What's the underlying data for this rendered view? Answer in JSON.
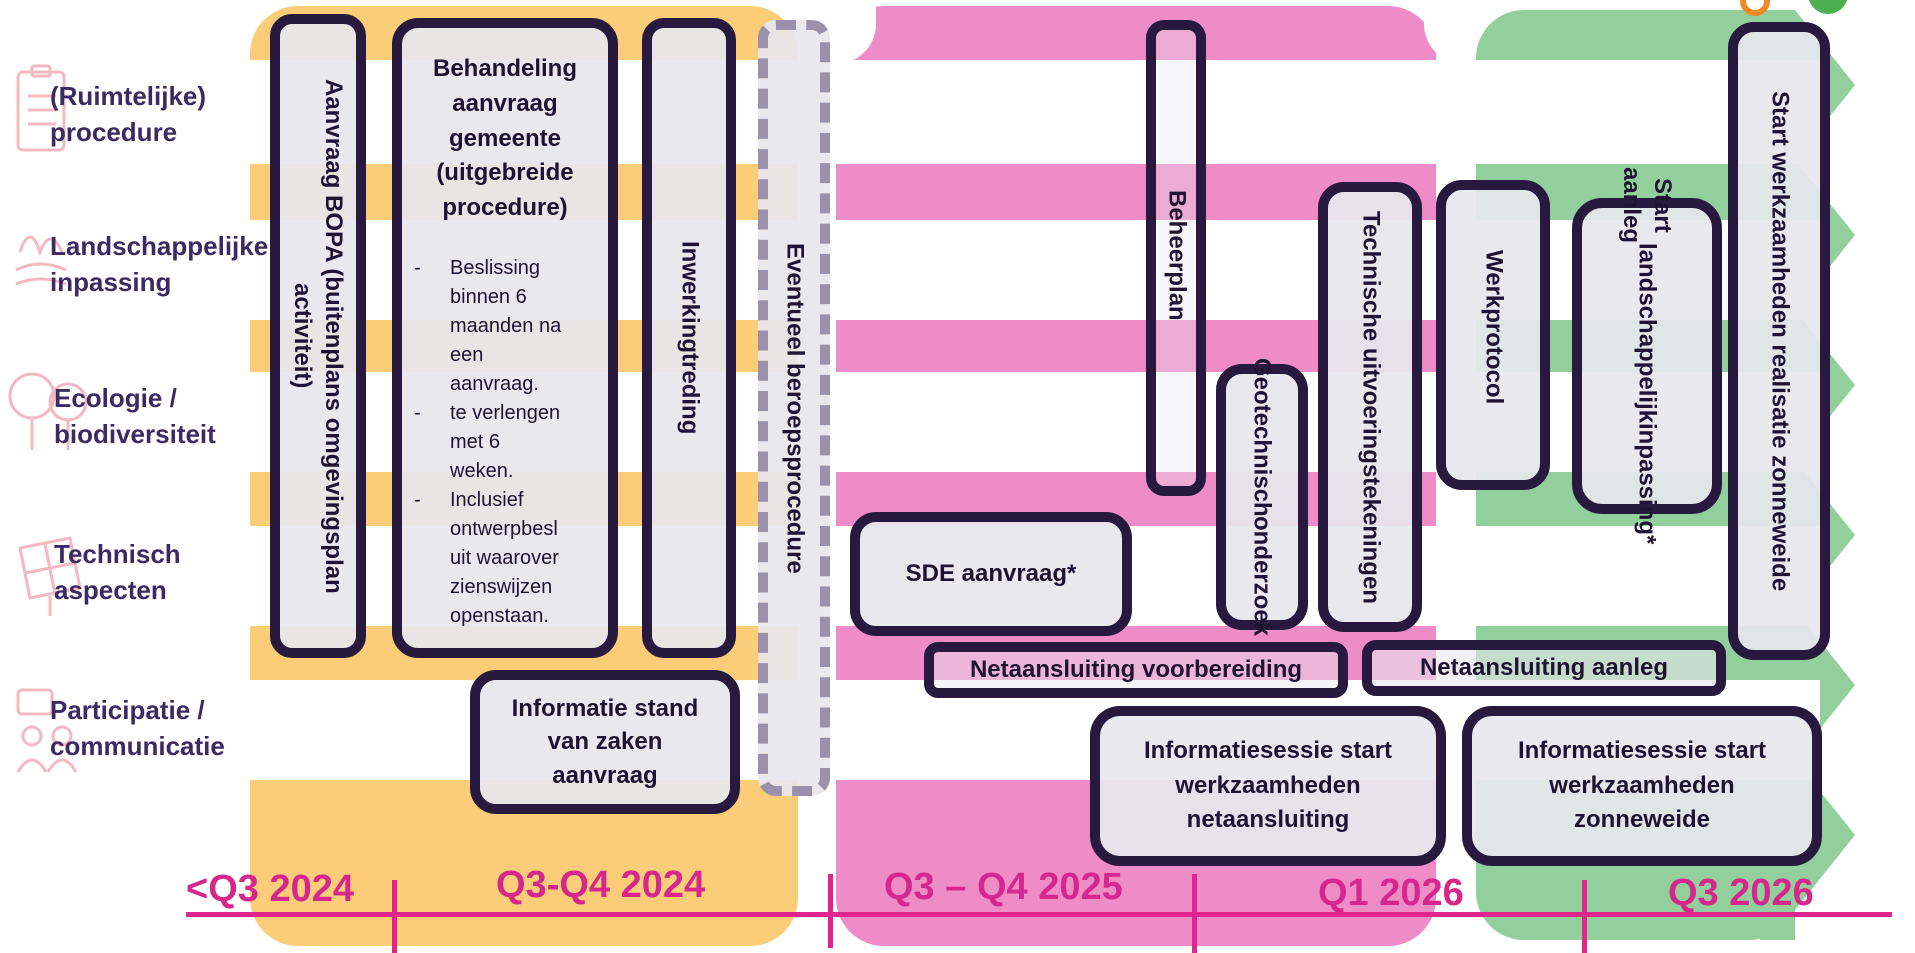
{
  "categories": [
    {
      "label_lines": [
        "(Ruimtelijke)",
        "procedure"
      ],
      "icon": "clipboard-icon"
    },
    {
      "label_lines": [
        "Landschappelijke",
        "inpassing"
      ],
      "icon": "landscape-icon"
    },
    {
      "label_lines": [
        "Ecologie /",
        "biodiversiteit"
      ],
      "icon": "tree-icon"
    },
    {
      "label_lines": [
        "Technisch",
        "aspecten"
      ],
      "icon": "solar-panel-icon"
    },
    {
      "label_lines": [
        "Participatie /",
        "communicatie"
      ],
      "icon": "people-icon"
    }
  ],
  "timeline": {
    "labels": [
      "<Q3 2024",
      "Q3-Q4 2024",
      "Q3 – Q4 2025",
      "Q1 2026",
      "Q3 2026"
    ],
    "line_color": "#e0268e"
  },
  "colors": {
    "phase_2024": "#fbcd78",
    "phase_2025": "#ee8cc8",
    "phase_2026": "#93cf9d",
    "box_border": "#281a3e",
    "box_fill": "#e8e6ee",
    "category_text": "#3c2a62"
  },
  "activities": {
    "aanvraag_bopa": "Aanvraag BOPA (buitenplans omgevingsplan activiteit)",
    "behandeling": {
      "title_lines": [
        "Behandeling",
        "aanvraag",
        "gemeente",
        "(uitgebreide",
        "procedure)"
      ],
      "bullets": [
        [
          "Beslissing",
          "binnen 6",
          "maanden na",
          "een",
          "aanvraag."
        ],
        [
          "te verlengen",
          "met 6",
          "weken."
        ],
        [
          "Inclusief",
          "ontwerpbesl",
          "uit waarover",
          "zienswijzen",
          "openstaan."
        ]
      ]
    },
    "inwerkingtreding": "Inwerkingtreding",
    "beroepsprocedure": "Eventueel beroepsprocedure",
    "informatie_stand": [
      "Informatie stand",
      "van zaken",
      "aanvraag"
    ],
    "beheerplan": "Beheerplan",
    "sde_aanvraag": "SDE aanvraag*",
    "geotechnisch": [
      "Geotechnisch",
      "onderzoek"
    ],
    "technische_tekeningen": "Technische uitvoeringstekeningen",
    "werkprotocol": "Werkprotocol",
    "start_aanleg": [
      "Start aanleg",
      "landschappelijk",
      "inpassing*"
    ],
    "start_werkzaamheden": "Start werkzaamheden realisatie zonneweide",
    "netaansluiting_voorbereiding": "Netaansluiting voorbereiding",
    "netaansluiting_aanleg": "Netaansluiting aanleg",
    "info_netaansluiting": [
      "Informatiesessie start",
      "werkzaamheden",
      "netaansluiting"
    ],
    "info_zonneweide": [
      "Informatiesessie start",
      "werkzaamheden",
      "zonneweide"
    ]
  }
}
